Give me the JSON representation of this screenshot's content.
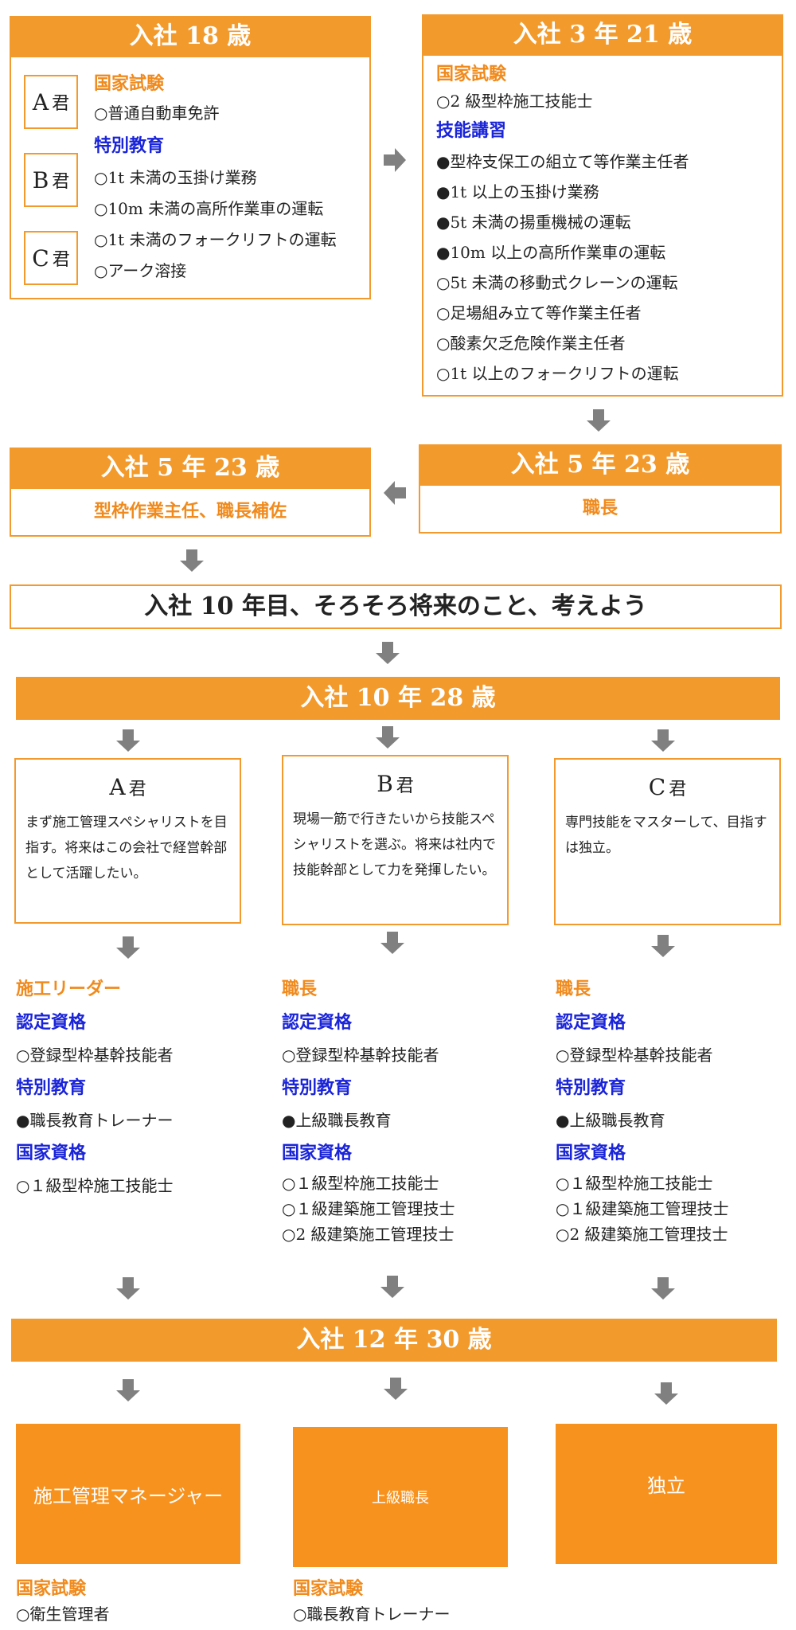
{
  "top_left": {
    "header": "入社 18 歳",
    "persons": [
      "A",
      "B",
      "C"
    ],
    "person_suffix": "君",
    "sections": [
      {
        "title": "国家試験",
        "color": "#f08a1c",
        "items": [
          "○普通自動車免許"
        ]
      },
      {
        "title": "特別教育",
        "color": "#1a24d8",
        "items": [
          "○1t 未満の玉掛け業務",
          "○10m 未満の高所作業車の運転",
          "○1t 未満のフォークリフトの運転",
          "○アーク溶接"
        ]
      }
    ]
  },
  "top_right": {
    "header": "入社 3 年 21 歳",
    "sections": [
      {
        "title": "国家試験",
        "items": [
          "○2 級型枠施工技能士"
        ]
      },
      {
        "title": "技能講習",
        "items": [
          "●型枠支保工の組立て等作業主任者",
          "●1t 以上の玉掛け業務",
          "●5t 未満の揚重機械の運転",
          "●10m 以上の高所作業車の運転",
          "○5t 未満の移動式クレーンの運転",
          "○足場組み立て等作業主任者",
          "○酸素欠乏危険作業主任者",
          "○1t 以上のフォークリフトの運転"
        ]
      }
    ]
  },
  "mid_right": {
    "header": "入社 5 年 23 歳",
    "body": "職長"
  },
  "mid_left": {
    "header": "入社 5 年 23 歳",
    "body": "型枠作業主任、職長補佐"
  },
  "ten_years": {
    "text": "入社 10 年目、そろそろ将来のこと、考えよう"
  },
  "age28": {
    "header": "入社 10 年 28 歳"
  },
  "cards": [
    {
      "name": "A",
      "suffix": "君",
      "text": "まず施工管理スペシャリストを目指す。将来はこの会社で経営幹部として活躍したい。"
    },
    {
      "name": "B",
      "suffix": "君",
      "text": "現場一筋で行きたいから技能スペシャリストを選ぶ。将来は社内で技能幹部として力を発揮したい。"
    },
    {
      "name": "C",
      "suffix": "君",
      "text": "専門技能をマスターして、目指すは独立。"
    }
  ],
  "paths": [
    {
      "role": "施工リーダー",
      "sections": [
        {
          "title": "認定資格",
          "items": [
            "○登録型枠基幹技能者"
          ]
        },
        {
          "title": "特別教育",
          "items": [
            "●職長教育トレーナー"
          ]
        },
        {
          "title": "国家資格",
          "items": [
            "○１級型枠施工技能士"
          ]
        }
      ]
    },
    {
      "role": "職長",
      "sections": [
        {
          "title": "認定資格",
          "items": [
            "○登録型枠基幹技能者"
          ]
        },
        {
          "title": "特別教育",
          "items": [
            "●上級職長教育"
          ]
        },
        {
          "title": "国家資格",
          "items": [
            "○１級型枠施工技能士",
            "○１級建築施工管理技士",
            "○2 級建築施工管理技士"
          ]
        }
      ]
    },
    {
      "role": "職長",
      "sections": [
        {
          "title": "認定資格",
          "items": [
            "○登録型枠基幹技能者"
          ]
        },
        {
          "title": "特別教育",
          "items": [
            "●上級職長教育"
          ]
        },
        {
          "title": "国家資格",
          "items": [
            "○１級型枠施工技能士",
            "○１級建築施工管理技士",
            "○2 級建築施工管理技士"
          ]
        }
      ]
    }
  ],
  "age30": {
    "header": "入社 12 年 30 歳"
  },
  "finals": [
    {
      "label": "施工管理マネージャー",
      "exam_title": "国家試験",
      "exam_item": "○衛生管理者"
    },
    {
      "label": "上級職長",
      "exam_title": "国家試験",
      "exam_item": "○職長教育トレーナー"
    },
    {
      "label": "独立"
    }
  ],
  "colors": {
    "accent": "#f39a2c",
    "blue": "#1a24d8",
    "arrow": "#808080"
  }
}
